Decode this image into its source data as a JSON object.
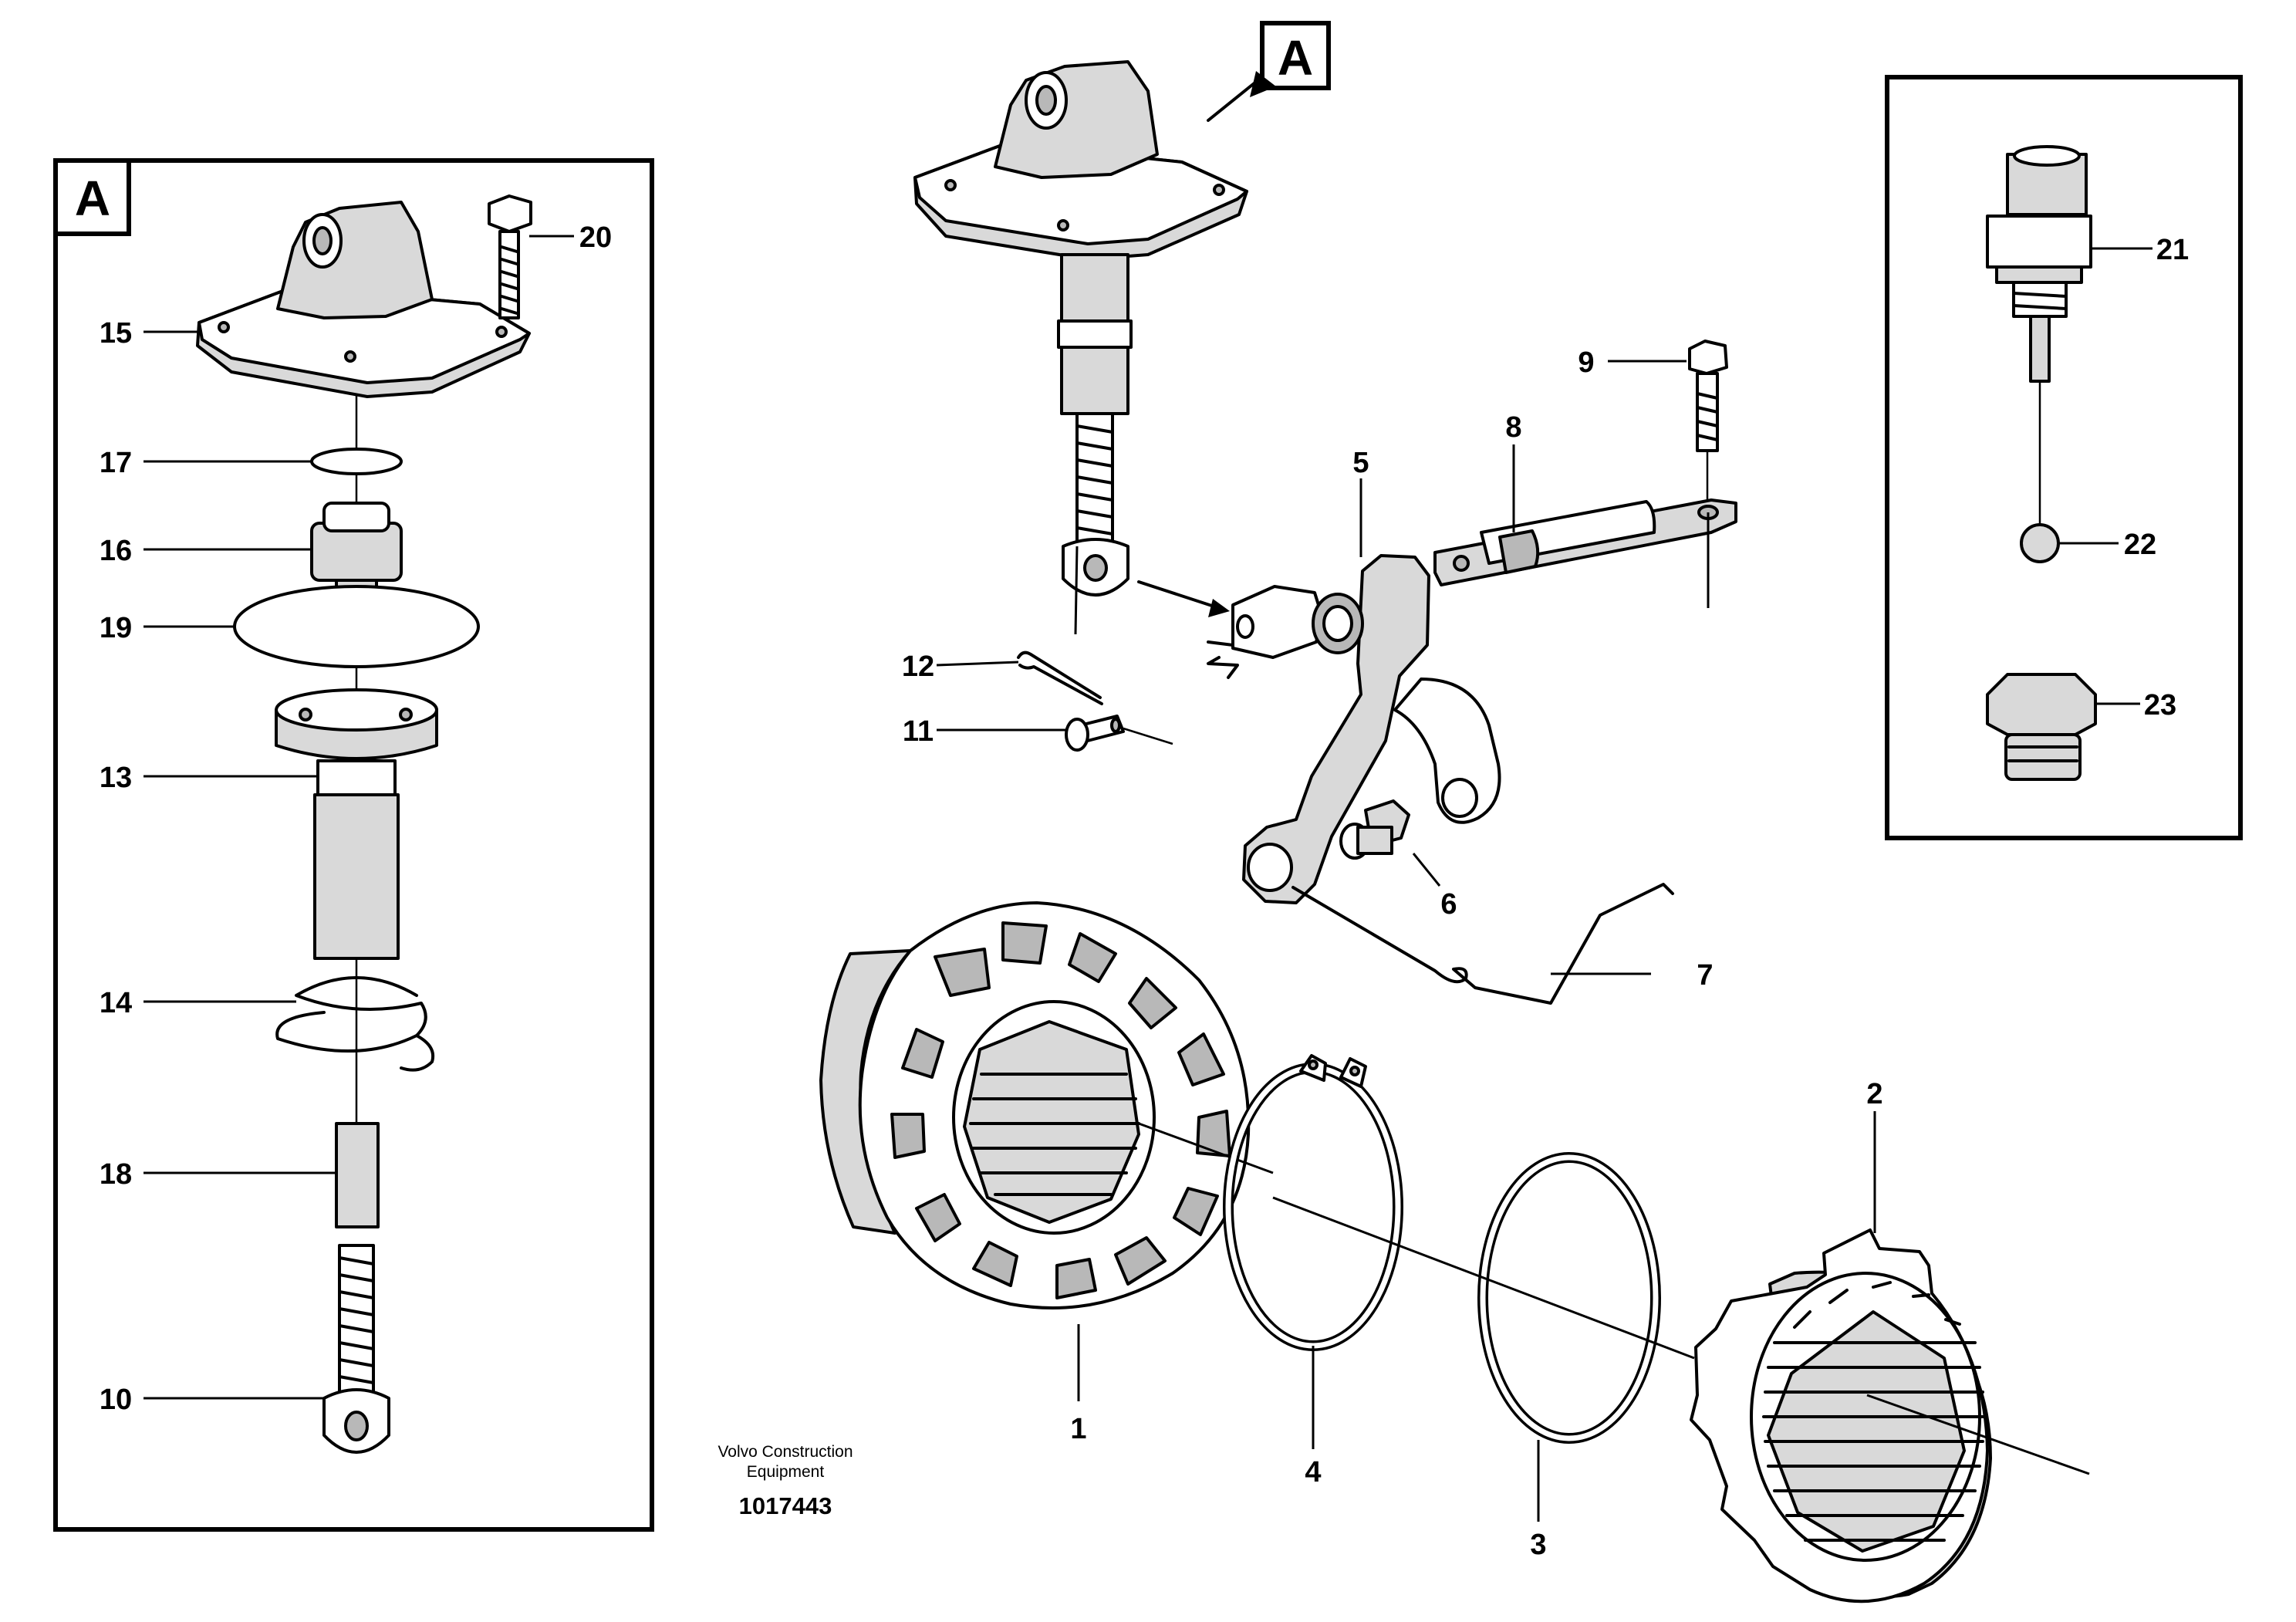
{
  "view_tags": {
    "inset": "A",
    "main": "A"
  },
  "callouts": [
    {
      "id": "1",
      "label": "1"
    },
    {
      "id": "2",
      "label": "2"
    },
    {
      "id": "3",
      "label": "3"
    },
    {
      "id": "4",
      "label": "4"
    },
    {
      "id": "5",
      "label": "5"
    },
    {
      "id": "6",
      "label": "6"
    },
    {
      "id": "7",
      "label": "7"
    },
    {
      "id": "8",
      "label": "8"
    },
    {
      "id": "9",
      "label": "9"
    },
    {
      "id": "10",
      "label": "10"
    },
    {
      "id": "11",
      "label": "11"
    },
    {
      "id": "12",
      "label": "12"
    },
    {
      "id": "13",
      "label": "13"
    },
    {
      "id": "14",
      "label": "14"
    },
    {
      "id": "15",
      "label": "15"
    },
    {
      "id": "16",
      "label": "16"
    },
    {
      "id": "17",
      "label": "17"
    },
    {
      "id": "18",
      "label": "18"
    },
    {
      "id": "19",
      "label": "19"
    },
    {
      "id": "20",
      "label": "20"
    },
    {
      "id": "21",
      "label": "21"
    },
    {
      "id": "22",
      "label": "22"
    },
    {
      "id": "23",
      "label": "23"
    }
  ],
  "footer": {
    "brand_line1": "Volvo Construction",
    "brand_line2": "Equipment",
    "drawing_number": "1017443"
  }
}
